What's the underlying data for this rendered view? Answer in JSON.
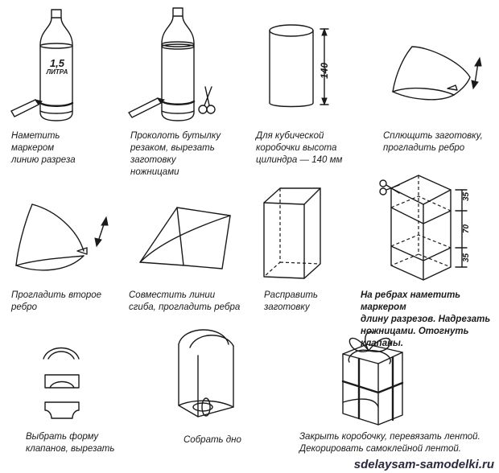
{
  "steps": [
    {
      "caption": "Наметить\nмаркером\nлинию разреза"
    },
    {
      "caption": "Проколоть бутылку\nрезаком, вырезать\nзаготовку\nножницами"
    },
    {
      "caption": "Для кубической\nкоробочки высота\nцилиндра — 140 мм"
    },
    {
      "caption": "Сплющить заготовку,\nпрогладить ребро"
    },
    {
      "caption": "Прогладить второе\nребро"
    },
    {
      "caption": "Совместить линии\nсгиба, прогладить ребра"
    },
    {
      "caption": "Расправить\nзаготовку"
    },
    {
      "caption": "На ребрах наметить маркером\nдлину разрезов. Надрезать\nножницами. Отогнуть клапаны."
    },
    {
      "caption": "Выбрать форму\nклапанов, вырезать"
    },
    {
      "caption": "Собрать дно"
    },
    {
      "caption": "Закрыть коробочку, перевязать лентой.\nДекорировать самоклейной лентой."
    }
  ],
  "bottle_label": {
    "volume": "1,5",
    "unit": "ЛИТРА"
  },
  "dimensions": {
    "height": "140",
    "top": "35",
    "middle": "70",
    "bottom": "35"
  },
  "watermark": "sdelaysam-samodelki.ru"
}
